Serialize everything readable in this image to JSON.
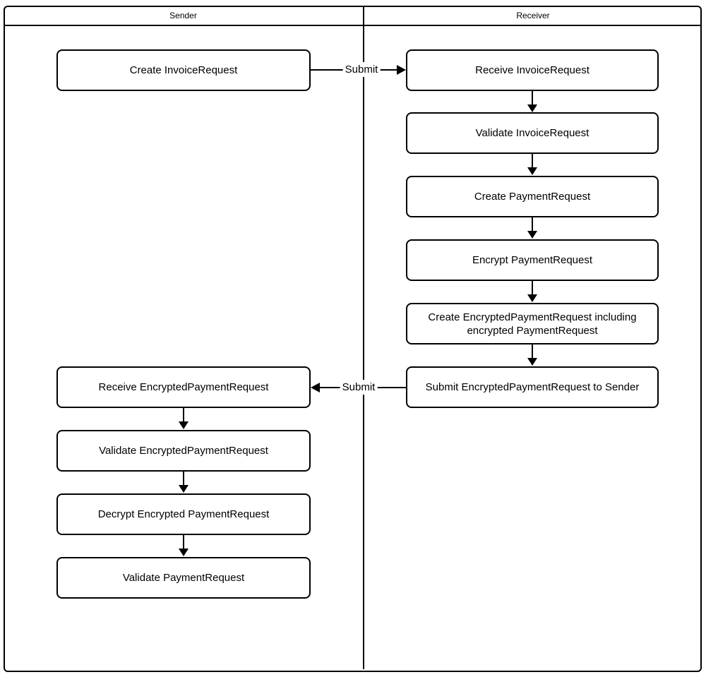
{
  "colors": {
    "stroke": "#000000",
    "background": "#ffffff",
    "text": "#000000"
  },
  "lanes": {
    "sender": {
      "label": "Sender"
    },
    "receiver": {
      "label": "Receiver"
    }
  },
  "nodes": {
    "create_invoice_request": {
      "label": "Create InvoiceRequest",
      "lane": "Sender"
    },
    "receive_invoice_request": {
      "label": "Receive InvoiceRequest",
      "lane": "Receiver"
    },
    "validate_invoice_request": {
      "label": "Validate InvoiceRequest",
      "lane": "Receiver"
    },
    "create_payment_request": {
      "label": "Create PaymentRequest",
      "lane": "Receiver"
    },
    "encrypt_payment_request": {
      "label": "Encrypt PaymentRequest",
      "lane": "Receiver"
    },
    "create_encrypted_payment_request": {
      "label": "Create EncryptedPaymentRequest including encrypted PaymentRequest",
      "lane": "Receiver"
    },
    "submit_encrypted_payment_request": {
      "label": "Submit EncryptedPaymentRequest to Sender",
      "lane": "Receiver"
    },
    "receive_encrypted_payment_request": {
      "label": "Receive EncryptedPaymentRequest",
      "lane": "Sender"
    },
    "validate_encrypted_payment_request": {
      "label": "Validate EncryptedPaymentRequest",
      "lane": "Sender"
    },
    "decrypt_encrypted_payment_request": {
      "label": "Decrypt Encrypted PaymentRequest",
      "lane": "Sender"
    },
    "validate_payment_request": {
      "label": "Validate PaymentRequest",
      "lane": "Sender"
    }
  },
  "edges": {
    "submit_invoice": {
      "label": "Submit",
      "from": "Create InvoiceRequest",
      "to": "Receive InvoiceRequest",
      "direction": "right"
    },
    "submit_encrypted_payment": {
      "label": "Submit",
      "from": "Submit EncryptedPaymentRequest to Sender",
      "to": "Receive EncryptedPaymentRequest",
      "direction": "left"
    }
  }
}
